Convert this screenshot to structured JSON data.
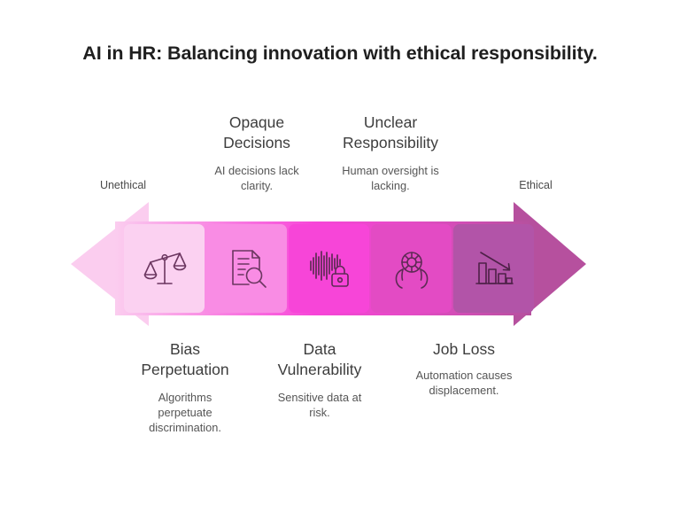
{
  "page": {
    "title": "AI in HR: Balancing innovation with ethical responsibility.",
    "background": "#ffffff"
  },
  "axis": {
    "left_label": "Unethical",
    "right_label": "Ethical",
    "left_arrow_color": "#FBCDEF",
    "right_arrow_color": "#B6509E",
    "direction": "bidirectional"
  },
  "steps": [
    {
      "id": "bias-perpetuation",
      "position": "below",
      "title": "Bias\nPerpetuation",
      "description": "Algorithms\nperpetuate\ndiscrimination.",
      "icon": "balance-scales-icon",
      "tile_color": "#FBD1F1",
      "icon_color": "#6B3660"
    },
    {
      "id": "opaque-decisions",
      "position": "above",
      "title": "Opaque\nDecisions",
      "description": "AI decisions lack\nclarity.",
      "icon": "document-search-icon",
      "tile_color": "#F98CE4",
      "icon_color": "#6B3660"
    },
    {
      "id": "data-vulnerability",
      "position": "below",
      "title": "Data\nVulnerability",
      "description": "Sensitive data at\nrisk.",
      "icon": "waveform-lock-icon",
      "tile_color": "#F745D8",
      "icon_color": "#5E2B55"
    },
    {
      "id": "unclear-responsibility",
      "position": "above",
      "title": "Unclear\nResponsibility",
      "description": "Human oversight is\nlacking.",
      "icon": "hands-lifebuoy-icon",
      "tile_color": "#E34BC4",
      "icon_color": "#5E2B55"
    },
    {
      "id": "job-loss",
      "position": "below",
      "title": "Job Loss",
      "description": "Automation causes\ndisplacement.",
      "icon": "declining-bar-chart-icon",
      "tile_color": "#B254A8",
      "icon_color": "#4E2148"
    }
  ]
}
